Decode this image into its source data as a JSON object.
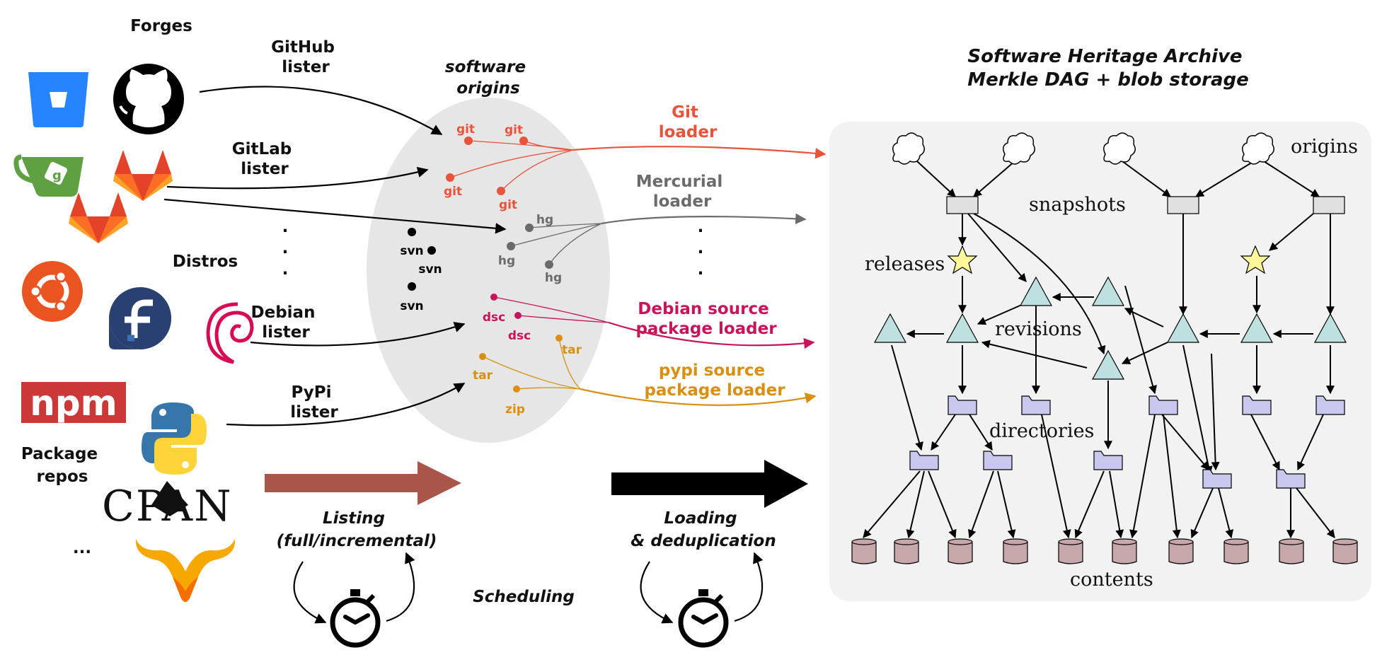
{
  "colors": {
    "git": "#e8533a",
    "hg": "#6b6b6b",
    "dsc": "#c8145a",
    "tar": "#d98f12",
    "svn": "#000000",
    "listing_arrow": "#a8564a",
    "cloud_panel": "#f2f2f2",
    "origins_ellipse": "#e6e6e6",
    "node_tree": "#bfe0e0",
    "node_dir": "#c8c8ee",
    "node_release": "#fff79a",
    "node_content": "#c6a7aa",
    "node_snapshot": "#e0e0e0"
  },
  "sources": {
    "forges_title": "Forges",
    "distros_title": "Distros",
    "package_repos_title_line1": "Package",
    "package_repos_title_line2": "repos",
    "more_label": "...",
    "icons": [
      "bitbucket-icon",
      "github-icon",
      "gitea-icon",
      "gitlab-icon",
      "ubuntu-icon",
      "fedora-icon",
      "debian-icon",
      "npm-icon",
      "python-icon",
      "cpan-icon",
      "gnu-icon"
    ],
    "cpan_text": "CPAN",
    "npm_text": "npm"
  },
  "listers": {
    "github_line1": "GitHub",
    "github_line2": "lister",
    "gitlab_line1": "GitLab",
    "gitlab_line2": "lister",
    "debian_line1": "Debian",
    "debian_line2": "lister",
    "pypi_line1": "PyPi",
    "pypi_line2": "lister",
    "ellipsis": "."
  },
  "origins": {
    "title_line1": "software",
    "title_line2": "origins",
    "git": "git",
    "hg": "hg",
    "svn": "svn",
    "dsc": "dsc",
    "tar": "tar",
    "zip": "zip"
  },
  "loaders": {
    "git_line1": "Git",
    "git_line2": "loader",
    "hg_line1": "Mercurial",
    "hg_line2": "loader",
    "debian_line1": "Debian source",
    "debian_line2": "package loader",
    "pypi_line1": "pypi source",
    "pypi_line2": "package loader"
  },
  "pipeline": {
    "listing_line1": "Listing",
    "listing_line2": "(full/incremental)",
    "loading_line1": "Loading",
    "loading_line2": "& deduplication",
    "scheduling": "Scheduling"
  },
  "archive": {
    "title_line1": "Software Heritage Archive",
    "title_line2": "Merkle DAG + blob storage",
    "origins": "origins",
    "snapshots": "snapshots",
    "releases": "releases",
    "revisions": "revisions",
    "directories": "directories",
    "contents": "contents"
  }
}
